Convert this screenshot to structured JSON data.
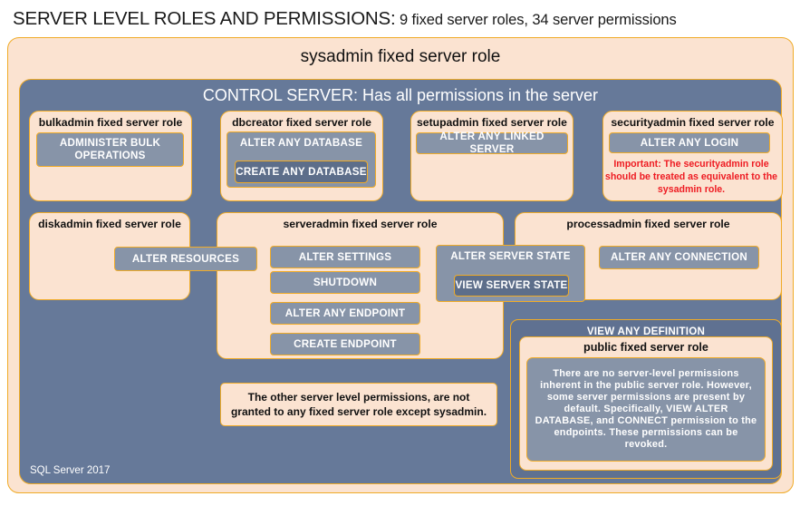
{
  "title": {
    "main": "SERVER LEVEL ROLES AND PERMISSIONS:",
    "sub": " 9 fixed server roles, 34 server permissions"
  },
  "sysadmin": {
    "label": "sysadmin fixed server role"
  },
  "control_server": {
    "label": "CONTROL SERVER: Has all permissions in the server"
  },
  "roles": {
    "bulkadmin": {
      "title": "bulkadmin fixed server role",
      "permission": "ADMINISTER  BULK OPERATIONS"
    },
    "dbcreator": {
      "title": "dbcreator fixed server role",
      "permission_outer": "ALTER ANY DATABASE",
      "permission_inner": "CREATE  ANY DATABASE"
    },
    "setupadmin": {
      "title": "setupadmin fixed server role",
      "permission": "ALTER ANY LINKED SERVER"
    },
    "securityadmin": {
      "title": "securityadmin fixed server role",
      "permission": "ALTER ANY LOGIN",
      "warning": "Important:  The securityadmin role should  be treated as equivalent to the  sysadmin role."
    },
    "diskadmin": {
      "title": "diskadmin fixed server role",
      "permission": "ALTER RESOURCES"
    },
    "serveradmin": {
      "title": "serveradmin fixed server role",
      "permissions": [
        "ALTER SETTINGS",
        "SHUTDOWN",
        "ALTER ANY ENDPOINT",
        "CREATE  ENDPOINT"
      ],
      "permission_state_outer": "ALTER SERVER STATE",
      "permission_state_inner": "VIEW SERVER STATE"
    },
    "processadmin": {
      "title": "processadmin fixed server role",
      "permission": "ALTER ANY CONNECTION"
    },
    "public": {
      "view_any_definition": "VIEW ANY DEFINITION",
      "title": "public fixed server role",
      "note": "There are no server-level permissions inherent in the public server role. However, some server permissions are present by default. Specifically, VIEW ALTER DATABASE, and CONNECT permission to the endpoints. These permissions can be revoked."
    }
  },
  "notes": {
    "other_permissions": "The other server level permissions, are not granted to any fixed server role except sysadmin."
  },
  "footer": {
    "label": "SQL Server 2017"
  },
  "colors": {
    "accent_border": "#f0ab27",
    "peach_fill": "#fbe3d1",
    "slate_fill": "#667999",
    "pill_fill": "#8794a8",
    "pill_dark_fill": "#5d6e8a",
    "warning_text": "#ee1b22"
  }
}
